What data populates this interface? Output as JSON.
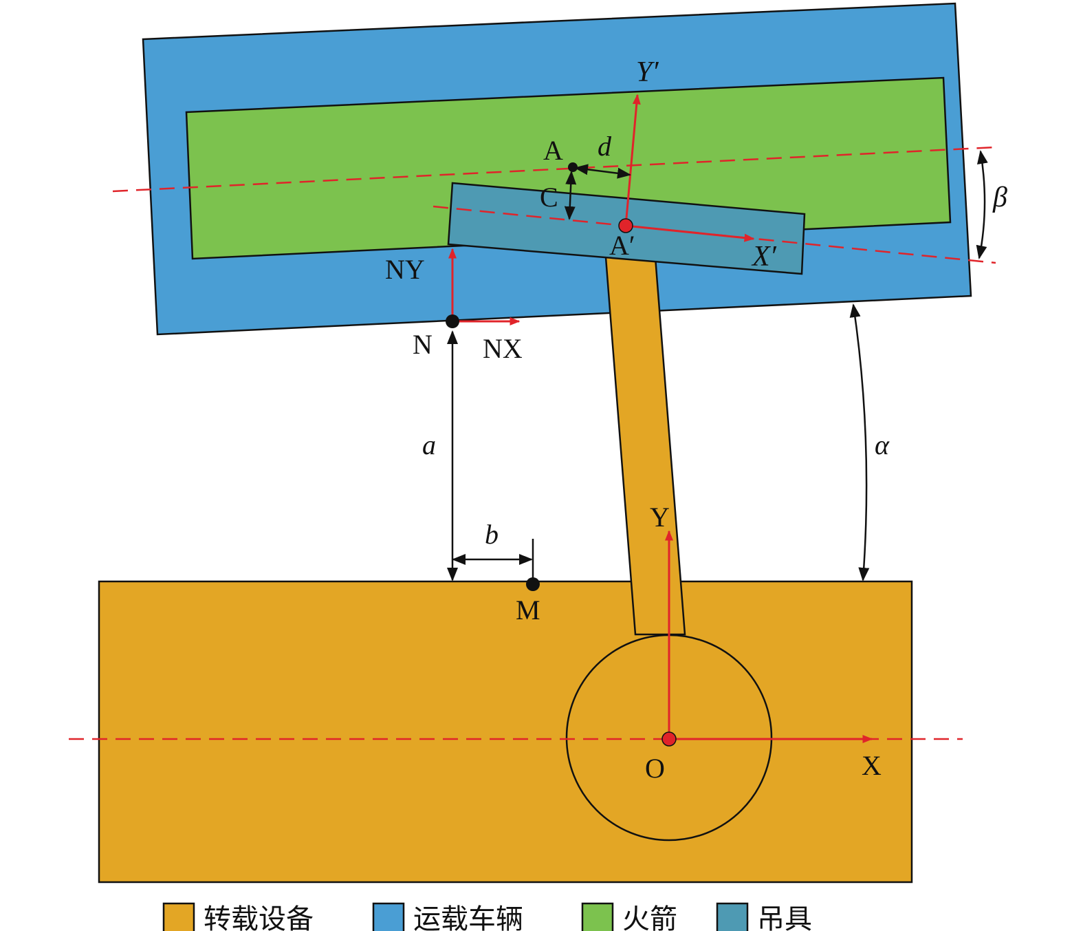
{
  "colors": {
    "transfer_equipment": "#E3A625",
    "transport_vehicle": "#4A9ED4",
    "rocket": "#7CC24E",
    "sling": "#4E9AB3",
    "axis_red": "#E0242A",
    "outline": "#111111"
  },
  "labels": {
    "A": "A",
    "A_prime": "A′",
    "d": "d",
    "C": "C",
    "Y_prime": "Y′",
    "X_prime": "X′",
    "beta": "β",
    "NY": "NY",
    "NX": "NX",
    "N": "N",
    "a": "a",
    "alpha": "α",
    "b": "b",
    "M": "M",
    "Y": "Y",
    "X": "X",
    "O": "O"
  },
  "legend": [
    {
      "label": "转载设备",
      "color": "#E3A625"
    },
    {
      "label": "运载车辆",
      "color": "#4A9ED4"
    },
    {
      "label": "火箭",
      "color": "#7CC24E"
    },
    {
      "label": "吊具",
      "color": "#4E9AB3"
    }
  ]
}
